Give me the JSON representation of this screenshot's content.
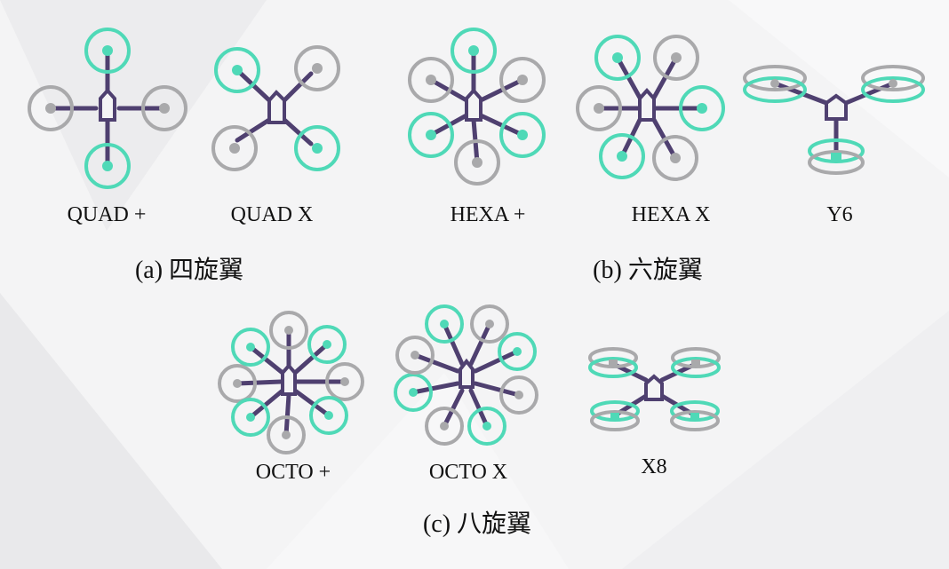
{
  "colors": {
    "arm": "#4f4070",
    "cw": "#4fd9b7",
    "ccw": "#a9a9ab",
    "background": "#f4f4f5"
  },
  "configs": [
    {
      "id": "quad-plus",
      "label": "QUAD +"
    },
    {
      "id": "quad-x",
      "label": "QUAD X"
    },
    {
      "id": "hexa-plus",
      "label": "HEXA +"
    },
    {
      "id": "hexa-x",
      "label": "HEXA X"
    },
    {
      "id": "y6",
      "label": "Y6"
    },
    {
      "id": "octo-plus",
      "label": "OCTO +"
    },
    {
      "id": "octo-x",
      "label": "OCTO X"
    },
    {
      "id": "x8",
      "label": "X8"
    }
  ],
  "groups": [
    {
      "id": "a",
      "prefix": "(a)",
      "name": "四旋翼"
    },
    {
      "id": "b",
      "prefix": "(b)",
      "name": "六旋翼"
    },
    {
      "id": "c",
      "prefix": "(c)",
      "name": "八旋翼"
    }
  ]
}
